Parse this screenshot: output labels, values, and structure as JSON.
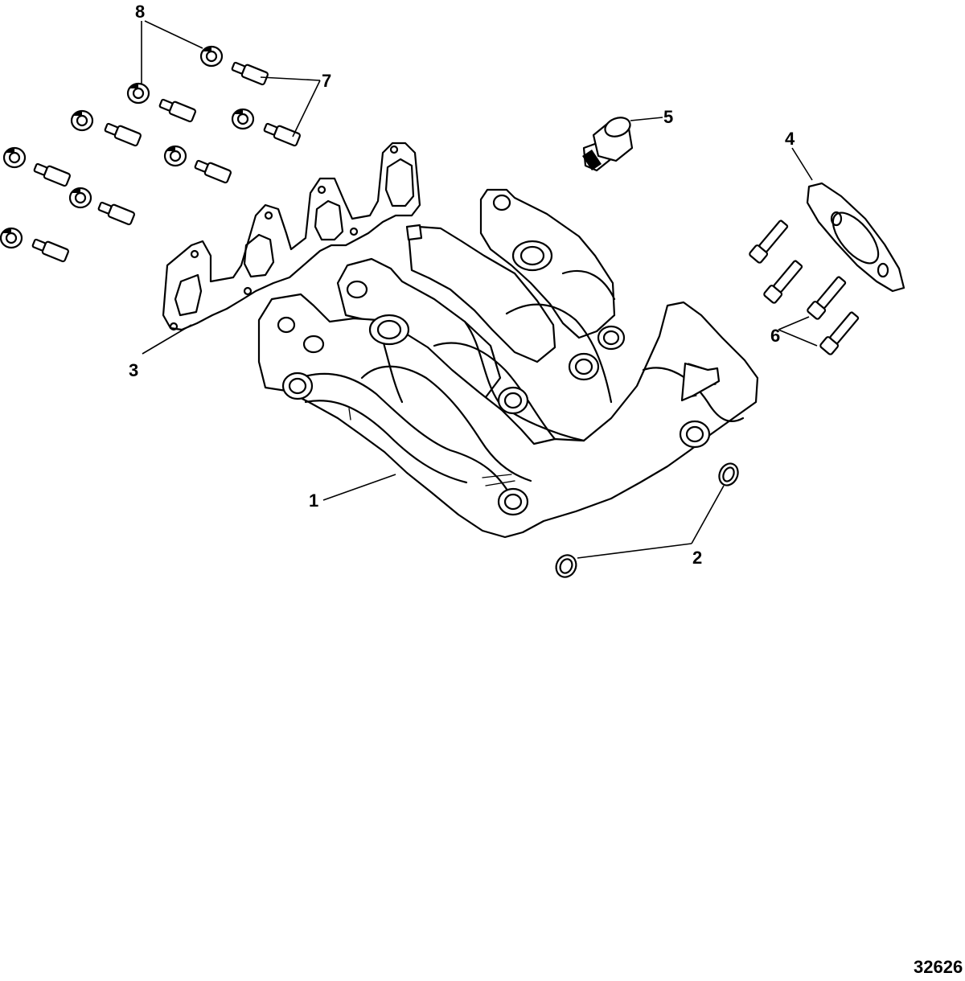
{
  "callouts": {
    "c1": "1",
    "c2": "2",
    "c3": "3",
    "c4": "4",
    "c5": "5",
    "c6": "6",
    "c7": "7",
    "c8": "8"
  },
  "figure_id": "32626",
  "icons": {
    "manifold": "intake-manifold-drawing",
    "gasket": "manifold-gasket-drawing",
    "fitting": "hose-fitting-drawing",
    "flange_gasket": "flange-gasket-drawing",
    "o_ring": "o-ring-drawing",
    "bolt": "bolt-drawing",
    "stud": "stud-drawing",
    "nut": "nut-drawing"
  }
}
